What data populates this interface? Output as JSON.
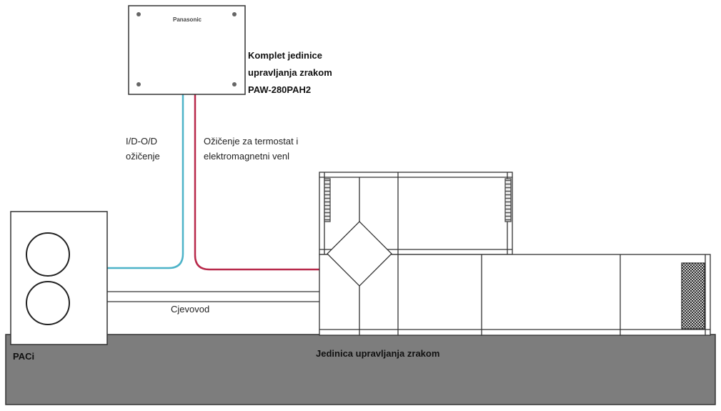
{
  "controller": {
    "brand": "Panasonic",
    "title_line1": "Komplet jedinice",
    "title_line2": "upravljanja zrakom",
    "model": "PAW-280PAH2"
  },
  "wiring": {
    "io_line1": "I/D-O/D",
    "io_line2": "ožičenje",
    "thermo_line1": "Ožičenje za termostat i",
    "thermo_line2": "elektromagnetni venl"
  },
  "piping": {
    "label": "Cjevovod"
  },
  "outdoor_unit": {
    "label": "PACi"
  },
  "ahu": {
    "label": "Jedinica upravljanja zrakom"
  },
  "colors": {
    "io_wire": "#4db3c8",
    "thermo_wire": "#b8294a",
    "ground": "#7d7d7d",
    "outline": "#333333"
  }
}
